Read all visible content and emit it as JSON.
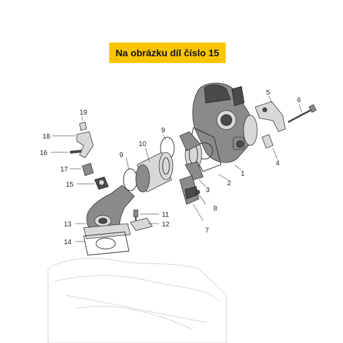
{
  "banner": {
    "text": "Na obrázku díl číslo 15",
    "color": "#f9c600"
  },
  "labels": [
    "1",
    "2",
    "3",
    "4",
    "5",
    "6",
    "7",
    "8",
    "9",
    "9",
    "10",
    "11",
    "12",
    "13",
    "14",
    "15",
    "16",
    "17",
    "18",
    "19"
  ]
}
